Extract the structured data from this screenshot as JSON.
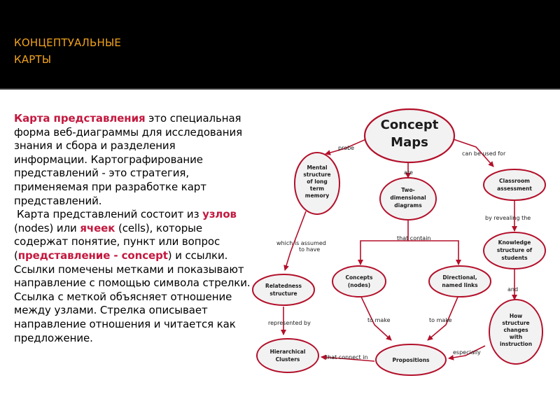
{
  "slide": {
    "title_line1": "КОНЦЕПТУАЛЬНЫЕ",
    "title_line2": "КАРТЫ"
  },
  "body": {
    "term_main": "Карта представления",
    "text_1": " это специальная форма веб-диаграммы для исследования знания и сбора и разделения информации. Картографирование представлений - это стратегия, применяемая при разработке карт представлений.",
    "text_2": " Карта представлений состоит из ",
    "term_nodes": "узлов",
    "text_3": " (nodes) или ",
    "term_cells": "ячеек",
    "text_4": " (cells), которые содержат понятие, пункт или вопрос (",
    "term_concept": "представление - concept",
    "text_5": ") и ссылки. Ссылки помечены метками и показывают направление с помощью символа стрелки. Ссылка с меткой объясняет отношение между узлами. Стрелка описывает направление отношения и читается как предложение."
  },
  "colors": {
    "header_bg": "#000000",
    "title": "#f0a21c",
    "accent": "#c3193f",
    "node_fill": "#f2f2f2",
    "node_stroke": "#b3102b",
    "arrow": "#b3102b"
  },
  "diagram": {
    "nodes": {
      "concept_maps": [
        "Concept",
        "Maps"
      ],
      "mental": [
        "Mental",
        "structure",
        "of long",
        "term",
        "memory"
      ],
      "two_dim": [
        "Two-",
        "dimensional",
        "diagrams"
      ],
      "classroom": [
        "Classroom",
        "assessment"
      ],
      "knowledge": [
        "Knowledge",
        "structure of",
        "students"
      ],
      "concepts": [
        "Concepts",
        "(nodes)"
      ],
      "directional": [
        "Directional,",
        "named links"
      ],
      "relatedness": [
        "Relatedness",
        "structure"
      ],
      "hierarchical": [
        "Hierarchical",
        "Clusters"
      ],
      "propositions": [
        "Propositions"
      ],
      "how_structure": [
        "How",
        "structure",
        "changes",
        "with",
        "instruction"
      ]
    },
    "links": {
      "probe": "probe",
      "are": "are",
      "can_be_used_for": "can be used for",
      "by_revealing_the": "by revealing the",
      "that_contain": "that contain",
      "which_is_assumed": [
        "which is assumed",
        "to have"
      ],
      "and": "and",
      "represented_by": "represented by",
      "to_make_left": "to make",
      "to_make_right": "to make",
      "especially": "especially",
      "that_connect_in": "that connect in"
    }
  }
}
